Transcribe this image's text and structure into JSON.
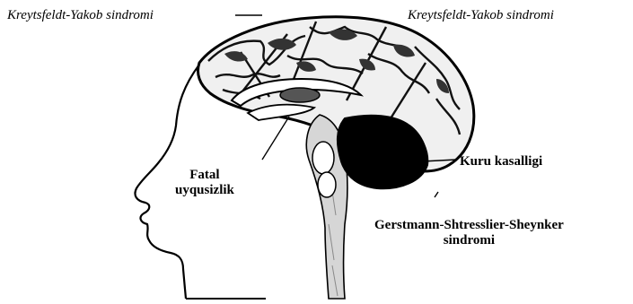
{
  "colors": {
    "background": "#ffffff",
    "ink": "#000000",
    "gray_shading": "#9a9a9a",
    "light_shading": "#d6d6d6"
  },
  "labels": {
    "cjd_left": "Kreytsfeldt-Yakob sindromi",
    "cjd_right": "Kreytsfeldt-Yakob sindromi",
    "kuru": "Kuru kasalligi",
    "ffi_line1": "Fatal",
    "ffi_line2": "uyqusizlik",
    "gss_line1": "Gerstmann-Shtresslier-Sheynker",
    "gss_line2": "sindromi"
  }
}
